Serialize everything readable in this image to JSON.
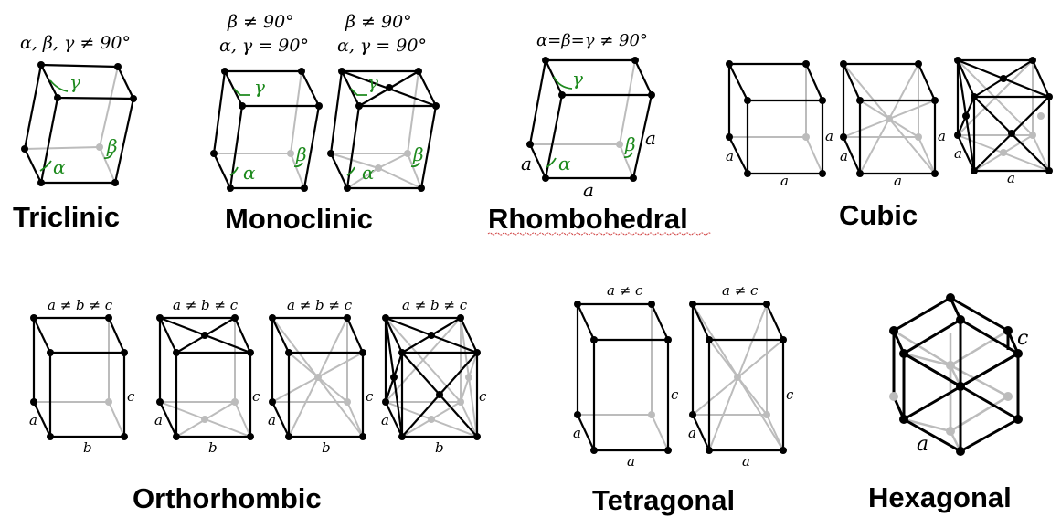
{
  "labels": {
    "triclinic": "Triclinic",
    "monoclinic": "Monoclinic",
    "rhombohedral": "Rhombohedral",
    "cubic": "Cubic",
    "orthorhombic": "Orthorhombic",
    "tetragonal": "Tetragonal",
    "hexagonal": "Hexagonal"
  },
  "conditions": {
    "triclinic": "α, β, γ ≠ 90°",
    "mono_line1": "β ≠ 90°",
    "mono_line2": "α, γ = 90°",
    "rhombo": "α=β=γ ≠ 90°",
    "ortho": "a ≠ b ≠ c",
    "tetra": "a ≠ c"
  },
  "symbols": {
    "alpha": "α",
    "beta": "β",
    "gamma": "γ",
    "a": "a",
    "b": "b",
    "c": "c"
  },
  "colors": {
    "angle_green": "#1e8a1e",
    "hidden_gray": "#bcbcbc",
    "line_black": "#000000"
  }
}
